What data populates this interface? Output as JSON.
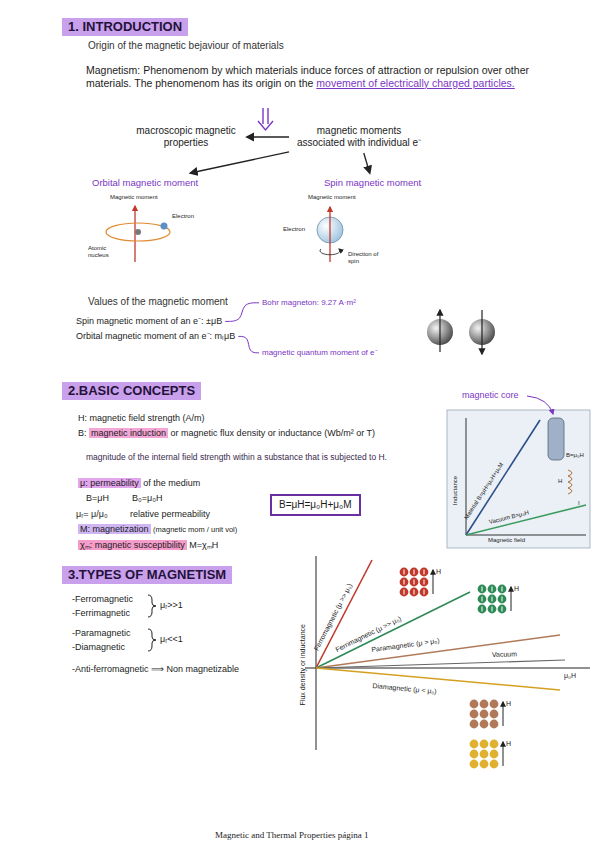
{
  "diagram": {
    "nodes": [
      {
        "text": [
          "1. INTRODUCTION"
        ]
      },
      {
        "text": [
          "macroscopic magnetic properties"
        ]
      },
      {
        "text": [
          "magnetic moments associated with individual e⁻"
        ]
      },
      {
        "text": [
          "Orbital magnetic moment"
        ]
      },
      {
        "text": [
          "Spin magnetic moment"
        ]
      },
      {
        "text": [
          "2.BASIC CONCEPTS"
        ]
      },
      {
        "text": [
          "B=μH=μ₀H+μ₀M"
        ]
      },
      {
        "text": [
          "3.TYPES OF MAGNETISM"
        ]
      }
    ],
    "edges": [
      {
        "from": 2,
        "to": 1,
        "arrow": "to"
      },
      {
        "from": 2,
        "to": 3,
        "arrow": "to"
      },
      {
        "from": 2,
        "to": 4,
        "arrow": "to"
      }
    ],
    "labels": [
      "Origin of the magnetic bejaviour of materials",
      "Magnetism: Phenomenom by which materials induce forces of attraction or repulsion over other materials. The phenomenom has its origin on the",
      "movement of electrically charged particles.",
      "Magnetic moment",
      "Electron",
      "Atomic nucleus",
      "Magnetic moment",
      "Electron",
      "Direction of spin",
      "Values of the magnetic moment",
      "Bohr magneton: 9.27 A·m²",
      "Spin magnetic moment of an e⁻: ±μB",
      "Orbital magnetic moment of an e⁻: mₗμB",
      "magnetic quantum moment of e⁻",
      "H: magnetic field strength (A/m)",
      "B:",
      "magnetic induction",
      "or magnetic flux density or inductance (Wb/m² or T)",
      "magnitude of the internal field strength within a substance that is subjected to H.",
      "μ: permeability",
      "of the medium",
      "B=μH",
      "B₀=μ₀H",
      "μᵣ= μ/μ₀",
      "relative permeability",
      "M: magnetization",
      "(magnetic mom / unit vol)",
      "χₘ: magnetic susceptibility",
      "M=χₘH",
      "magnetic core",
      "I",
      "B=μ₀H",
      "H",
      "Material B=μH=μ₀H+μ₀M",
      "Vacuum B=μ₀H",
      "Inductance",
      "Magnetic field",
      "-Ferromagnetic",
      "-Ferrimagnetic",
      "μᵣ>>1",
      "-Paramagnetic",
      "-Diamagnetic",
      "μᵣ<<1",
      "-Anti-ferromagnetic ⟹ Non magnetizable",
      "Flux density or inductance",
      "Ferromagnetic (μ >> μ₀)",
      "Ferrimagnetic (μ >> μ₀)",
      "Paramagnetic (μ > μ₀)",
      "Vacuum",
      "Diamagnetic (μ < μ₀)",
      "μ₀H",
      "H",
      "H",
      "H",
      "H",
      "Magnetic and Thermal Properties página 1"
    ]
  }
}
